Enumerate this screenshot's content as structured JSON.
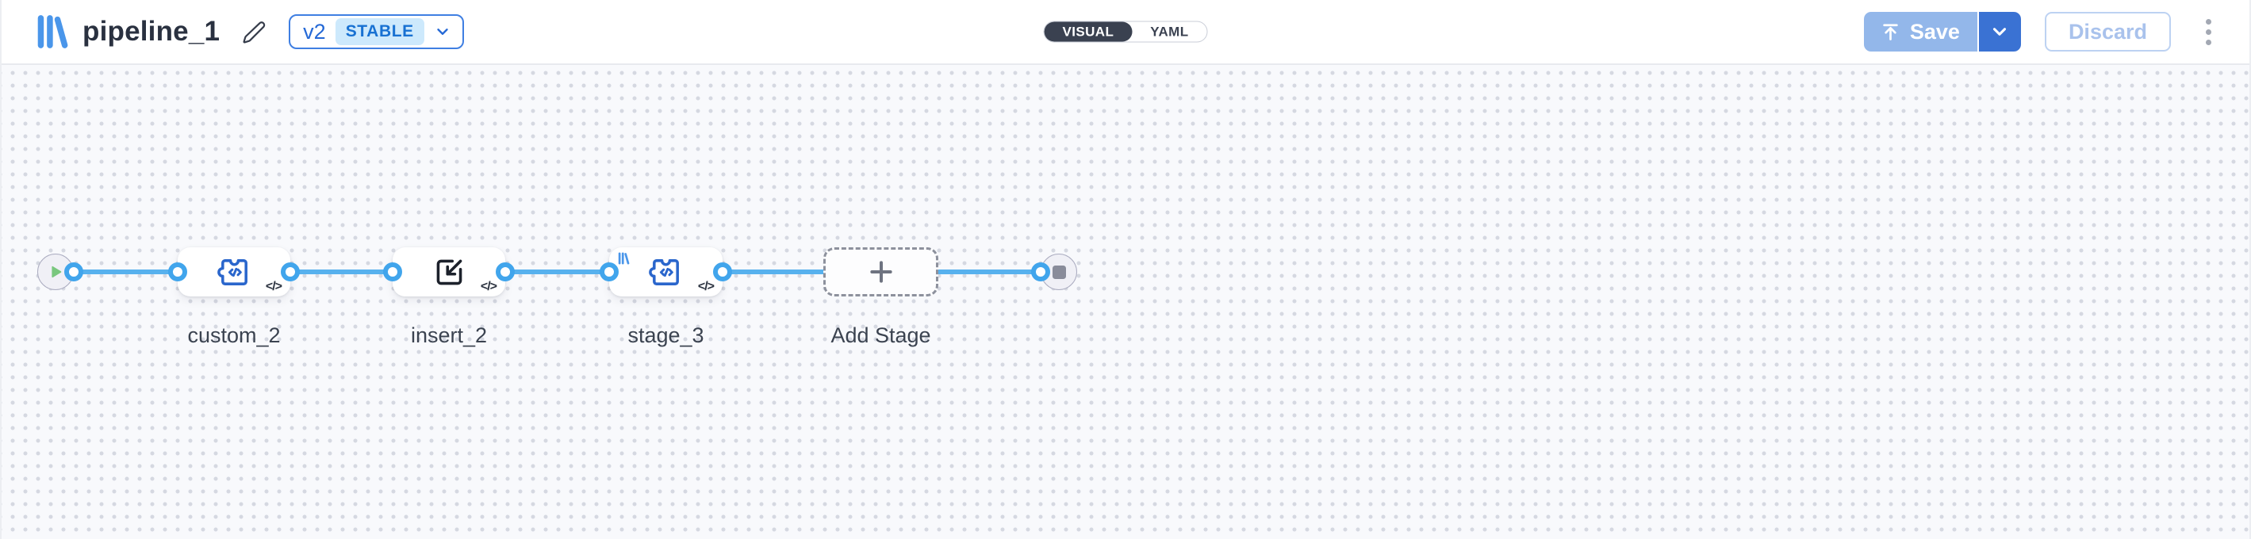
{
  "header": {
    "title": "pipeline_1",
    "version": {
      "label": "v2",
      "status": "STABLE"
    },
    "view_toggle": {
      "visual_label": "VISUAL",
      "yaml_label": "YAML",
      "selected": "VISUAL"
    },
    "actions": {
      "save_label": "Save",
      "discard_label": "Discard"
    }
  },
  "canvas": {
    "start_node": {
      "type": "start",
      "icon": "play-icon"
    },
    "stages": [
      {
        "label": "custom_2",
        "icon": "puzzle-code-icon",
        "corner_badge": "</>"
      },
      {
        "label": "insert_2",
        "icon": "import-icon",
        "corner_badge": "</>"
      },
      {
        "label": "stage_3",
        "icon": "puzzle-code-icon",
        "corner_badge": "</>",
        "library_badge": "library-logo-icon"
      },
      {
        "label": "Add Stage",
        "type": "add-stage-placeholder",
        "icon": "plus-icon"
      }
    ],
    "end_node": {
      "type": "end",
      "icon": "stop-icon"
    }
  },
  "colors": {
    "accent_blue": "#2f6fd8",
    "edge_blue": "#57b1ee",
    "port_ring_blue": "#41a5ec",
    "save_disabled_blue": "#93b7ea",
    "save_caret_blue": "#3a72d3",
    "stable_badge_bg": "#cde9fc",
    "stable_badge_text": "#1871d2",
    "toggle_active_bg": "#3a4150",
    "canvas_bg": "#f8f9fc",
    "canvas_dot": "#d5d8e1",
    "play_green": "#79c77e",
    "node_gray": "#898c9a",
    "icon_blue": "#2a66cc"
  }
}
